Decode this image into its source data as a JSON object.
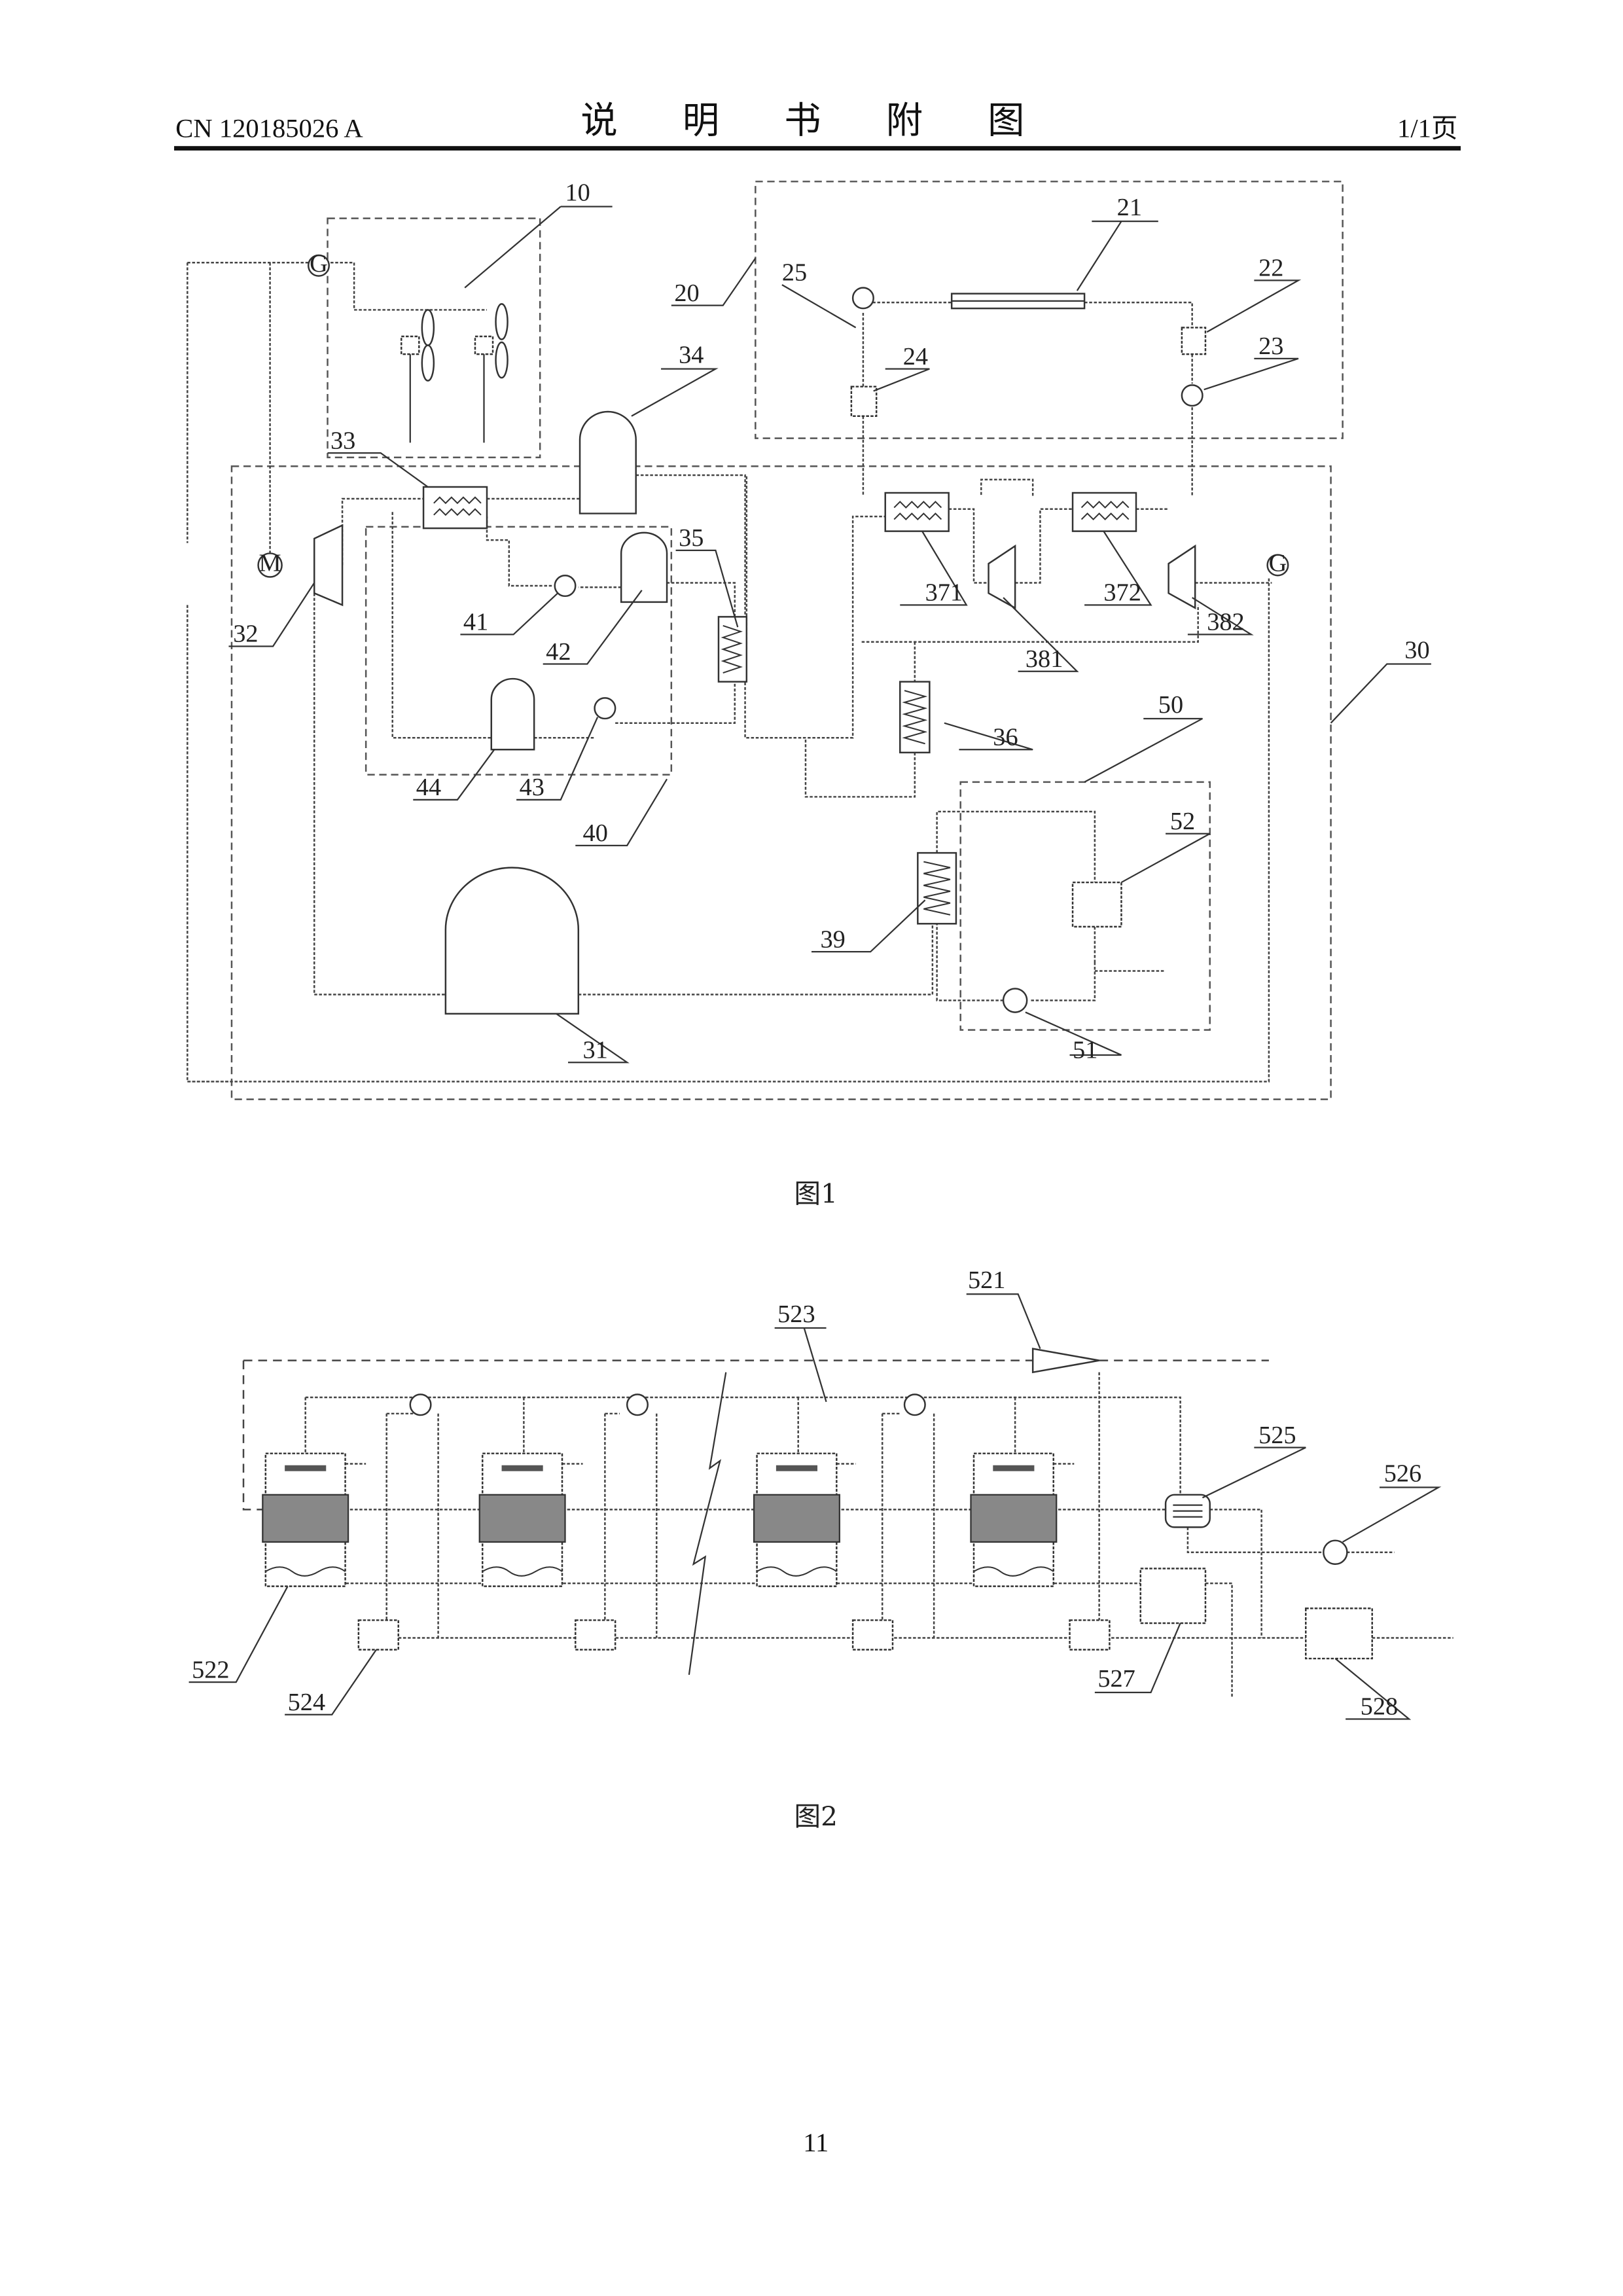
{
  "header": {
    "doc_number": "CN 120185026 A",
    "title": "说 明 书 附 图",
    "page": "1/1页"
  },
  "figure1": {
    "caption": "图1",
    "labels": {
      "l10": "10",
      "l20": "20",
      "l21": "21",
      "l22": "22",
      "l23": "23",
      "l24": "24",
      "l25": "25",
      "l30": "30",
      "l31": "31",
      "l32": "32",
      "l33": "33",
      "l34": "34",
      "l35": "35",
      "l36": "36",
      "l371": "371",
      "l372": "372",
      "l381": "381",
      "l382": "382",
      "l39": "39",
      "l40": "40",
      "l41": "41",
      "l42": "42",
      "l43": "43",
      "l44": "44",
      "l50": "50",
      "l51": "51",
      "l52": "52"
    },
    "symbols": {
      "generator": "G",
      "motor": "M"
    }
  },
  "figure2": {
    "caption": "图2",
    "labels": {
      "l521": "521",
      "l522": "522",
      "l523": "523",
      "l524": "524",
      "l525": "525",
      "l526": "526",
      "l527": "527",
      "l528": "528"
    }
  },
  "footer": {
    "page_number": "11"
  }
}
